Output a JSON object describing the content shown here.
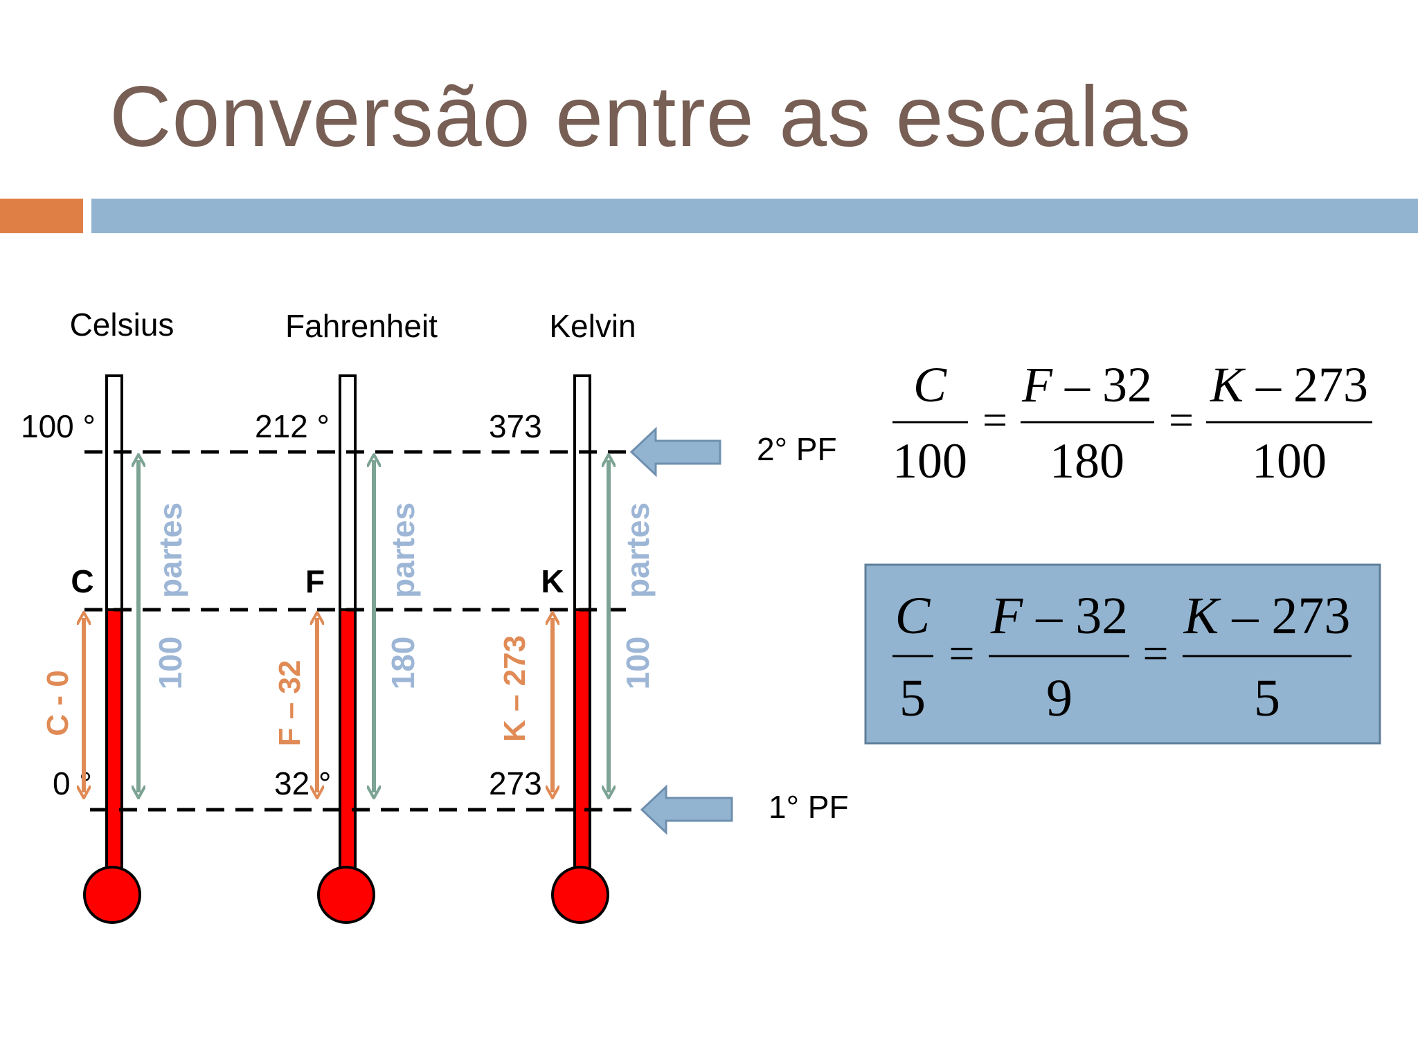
{
  "title": "Conversão entre as escalas",
  "colors": {
    "title": "#775F55",
    "accent": "#E07F45",
    "rule": "#93B4D0",
    "mercury": "#FF0000",
    "orange_arrow": "#E08A55",
    "green_arrow": "#7CA394",
    "parts_text": "#9DB6D6",
    "box_fill": "#93B4D0",
    "box_border": "#5E7F99"
  },
  "thermometers": [
    {
      "name": "Celsius",
      "letter": "C",
      "upper": "100 °",
      "lower": "0 °",
      "diff": "C - 0",
      "parts_count": "100",
      "parts_word": "partes"
    },
    {
      "name": "Fahrenheit",
      "letter": "F",
      "upper": "212 °",
      "lower": "32 °",
      "diff": "F – 32",
      "parts_count": "180",
      "parts_word": "partes"
    },
    {
      "name": "Kelvin",
      "letter": "K",
      "upper": "373",
      "lower": "273",
      "diff": "K – 273",
      "parts_count": "100",
      "parts_word": "partes"
    }
  ],
  "fixed_points": {
    "second": "2° PF",
    "first": "1° PF"
  },
  "formula1": {
    "terms": [
      {
        "num_var": "C",
        "num_rest": "",
        "den": "100"
      },
      {
        "num_var": "F",
        "num_rest": " – 32",
        "den": "180"
      },
      {
        "num_var": "K",
        "num_rest": " – 273",
        "den": "100"
      }
    ],
    "eq": "="
  },
  "formula2": {
    "terms": [
      {
        "num_var": "C",
        "num_rest": "",
        "den": "5"
      },
      {
        "num_var": "F",
        "num_rest": " – 32",
        "den": "9"
      },
      {
        "num_var": "K",
        "num_rest": " – 273",
        "den": "5"
      }
    ],
    "eq": "="
  }
}
